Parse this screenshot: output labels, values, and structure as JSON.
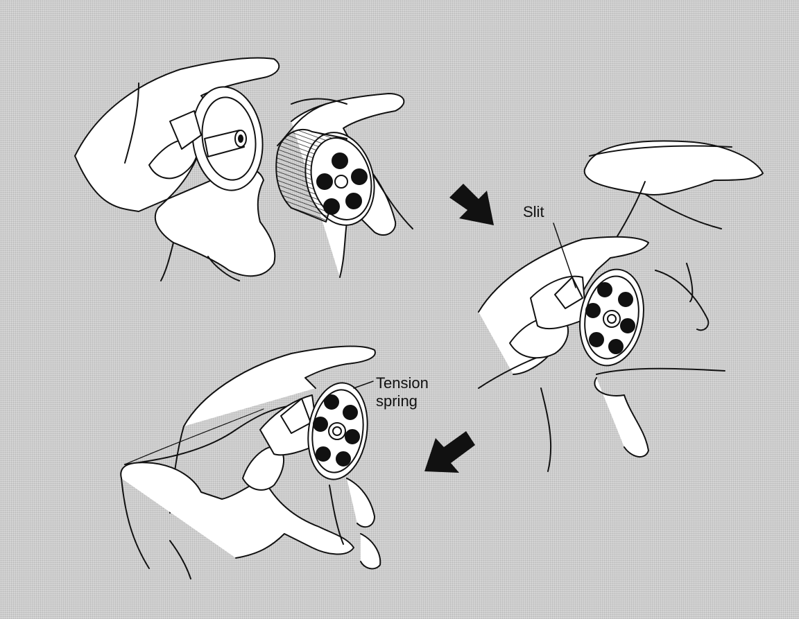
{
  "labels": {
    "slit": "Slit",
    "tension_line1": "Tension",
    "tension_line2": "spring"
  },
  "colors": {
    "background": "#d6d6d6",
    "ink": "#111111",
    "hand_fill": "#ffffff"
  },
  "icons": [
    "arrow-right-down-icon",
    "arrow-left-down-icon"
  ]
}
